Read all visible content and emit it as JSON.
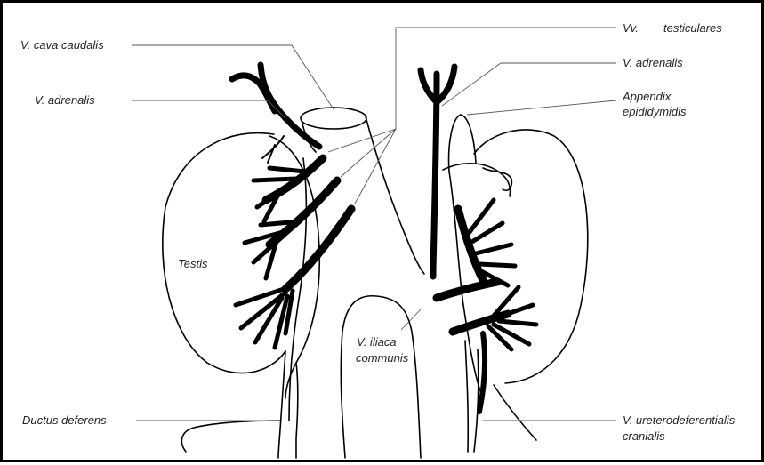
{
  "labels": {
    "v_cava_caudalis": "V. cava caudalis",
    "v_adrenalis_left": "V. adrenalis",
    "testis": "Testis",
    "ductus_deferens": "Ductus deferens",
    "vv_testiculares_prefix": "Vv.",
    "vv_testiculares_name": "testiculares",
    "v_adrenalis_right": "V. adrenalis",
    "appendix_line1": "Appendix",
    "appendix_line2": "epididymidis",
    "v_iliaca_line1": "V. iliaca",
    "v_iliaca_line2": "communis",
    "v_uretero_line1": "V. ureterodeferentialis",
    "v_uretero_line2": "cranialis"
  },
  "colors": {
    "ink": "#000000",
    "label_text": "#222222",
    "leader_line": "#555555",
    "background": "#ffffff"
  }
}
